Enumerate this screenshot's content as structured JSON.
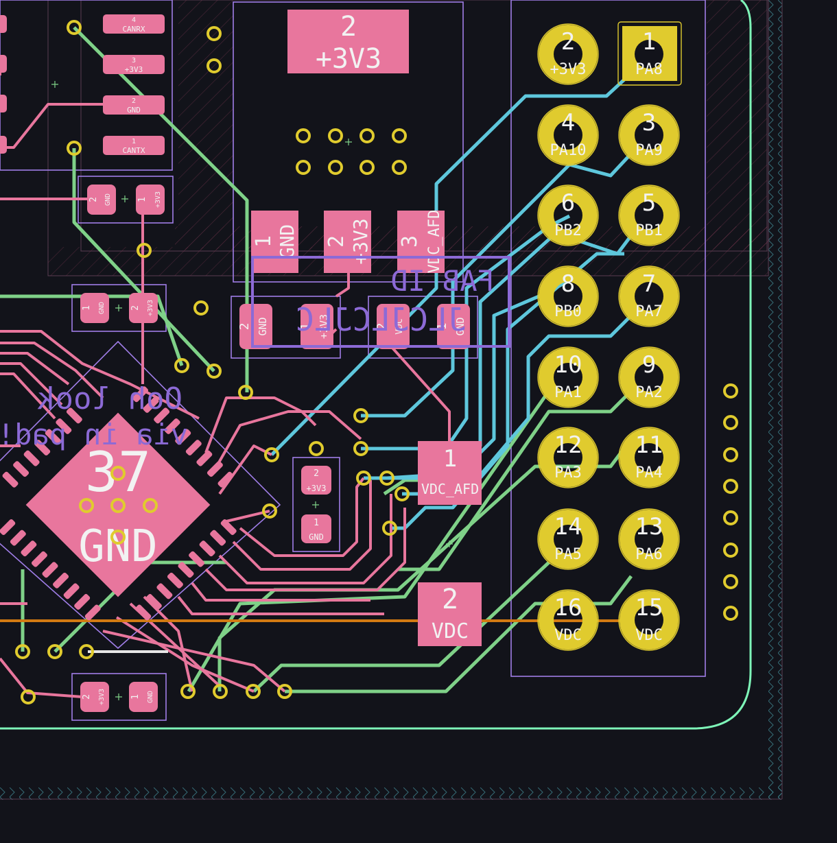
{
  "colors": {
    "background": "#12131a",
    "pad_smd": "#e8769d",
    "pad_tht": "#e0cb2e",
    "trace_front": "#e8769d",
    "trace_back_blue": "#5ec7dc",
    "trace_back_green": "#7fd188",
    "trace_orange": "#d27a12",
    "outline": "#7ef5b8",
    "courtyard": "#a07ee8",
    "silk_text": "#8c6ad6"
  },
  "can_header": {
    "pads": [
      {
        "num": "4",
        "net": "CANRX"
      },
      {
        "num": "3",
        "net": "+3V3"
      },
      {
        "num": "2",
        "net": "GND"
      },
      {
        "num": "1",
        "net": "CANTX"
      }
    ]
  },
  "regulator": {
    "tab": {
      "num": "2",
      "net": "+3V3"
    },
    "pins": [
      {
        "num": "1",
        "net": "GND"
      },
      {
        "num": "2",
        "net": "+3V3"
      },
      {
        "num": "3",
        "net": "VDC_AFD"
      }
    ]
  },
  "caps": {
    "c1": [
      {
        "num": "2",
        "net": "GND"
      },
      {
        "num": "1",
        "net": "+3V3"
      }
    ],
    "c2": [
      {
        "num": "1",
        "net": "GND"
      },
      {
        "num": "2",
        "net": "+3V3"
      }
    ],
    "c3": [
      {
        "num": "2",
        "net": "+3V3"
      },
      {
        "num": "1",
        "net": "GND"
      }
    ],
    "c4": [
      {
        "num": "2",
        "net": "+3V3"
      },
      {
        "num": "1",
        "net": "GND"
      }
    ],
    "c5": [
      {
        "num": "2",
        "net": "GND"
      },
      {
        "num": "1",
        "net": "+3V3"
      },
      {
        "num": "2",
        "net": "VDC"
      },
      {
        "num": "1",
        "net": "GND"
      }
    ]
  },
  "diode": {
    "pads": [
      {
        "num": "1",
        "net": "VDC_AFD"
      },
      {
        "num": "2",
        "net": "VDC"
      }
    ]
  },
  "mcu": {
    "exposed_pad": {
      "num": "37",
      "net": "GND"
    },
    "note_line1": "Ooh look",
    "note_line2": "via in pad!"
  },
  "fab_id": {
    "line1": "FAB ID",
    "line2": "JLCJLCJLC"
  },
  "connector": {
    "pins": [
      {
        "num": "2",
        "net": "+3V3"
      },
      {
        "num": "1",
        "net": "PA8"
      },
      {
        "num": "4",
        "net": "PA10"
      },
      {
        "num": "3",
        "net": "PA9"
      },
      {
        "num": "6",
        "net": "PB2"
      },
      {
        "num": "5",
        "net": "PB1"
      },
      {
        "num": "8",
        "net": "PB0"
      },
      {
        "num": "7",
        "net": "PA7"
      },
      {
        "num": "10",
        "net": "PA1"
      },
      {
        "num": "9",
        "net": "PA2"
      },
      {
        "num": "12",
        "net": "PA3"
      },
      {
        "num": "11",
        "net": "PA4"
      },
      {
        "num": "14",
        "net": "PA5"
      },
      {
        "num": "13",
        "net": "PA6"
      },
      {
        "num": "16",
        "net": "VDC"
      },
      {
        "num": "15",
        "net": "VDC"
      }
    ]
  }
}
